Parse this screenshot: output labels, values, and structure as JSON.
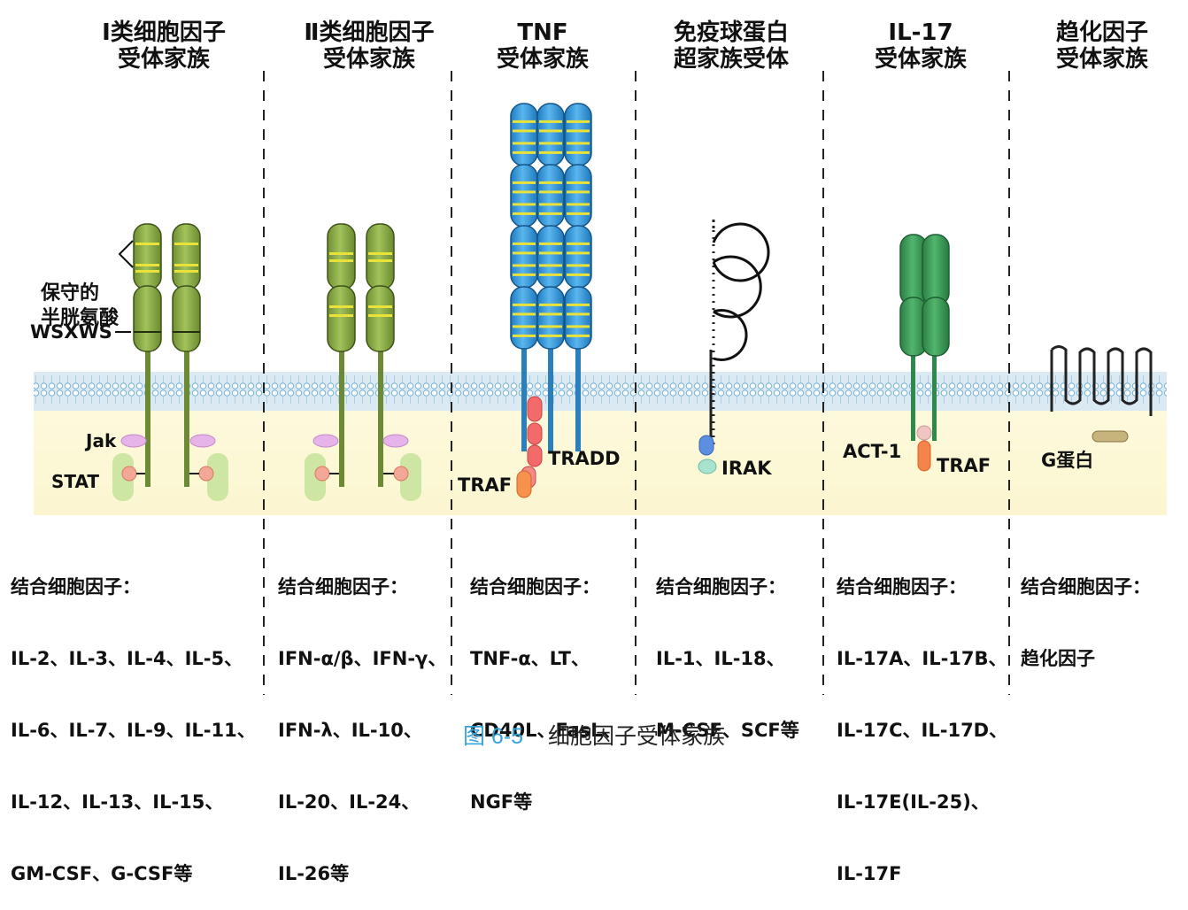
{
  "families": [
    {
      "title": [
        "Ⅰ类细胞因子",
        "受体家族"
      ],
      "binding_heading": "结合细胞因子：",
      "binding": [
        "IL-2、IL-3、IL-4、IL-5、",
        "IL-6、IL-7、IL-9、IL-11、",
        "IL-12、IL-13、IL-15、",
        "GM-CSF、G-CSF等"
      ]
    },
    {
      "title": [
        "Ⅱ类细胞因子",
        "受体家族"
      ],
      "binding_heading": "结合细胞因子：",
      "binding": [
        "IFN-α/β、IFN-γ、",
        "IFN-λ、IL-10、",
        "IL-20、IL-24、",
        "IL-26等"
      ]
    },
    {
      "title": [
        "TNF",
        "受体家族"
      ],
      "binding_heading": "结合细胞因子：",
      "binding": [
        "TNF-α、LT、",
        "CD40L、FasL、",
        "NGF等"
      ]
    },
    {
      "title": [
        "免疫球蛋白",
        "超家族受体"
      ],
      "binding_heading": "结合细胞因子：",
      "binding": [
        "IL-1、IL-18、",
        "M-CSF、SCF等"
      ]
    },
    {
      "title": [
        "IL-17",
        "受体家族"
      ],
      "binding_heading": "结合细胞因子：",
      "binding": [
        "IL-17A、IL-17B、",
        "IL-17C、IL-17D、",
        "IL-17E(IL-25)、",
        "IL-17F"
      ]
    },
    {
      "title": [
        "趋化因子",
        "受体家族"
      ],
      "binding_heading": "结合细胞因子：",
      "binding": [
        "趋化因子"
      ]
    }
  ],
  "labels": {
    "conserved_cys": [
      "保守的",
      "半胱氨酸"
    ],
    "wsxws": "WSXWS",
    "jak": "Jak",
    "stat": "STAT",
    "tradd": "TRADD",
    "traf": "TRAF",
    "irak": "IRAK",
    "act1": "ACT-1",
    "traf17": "TRAF",
    "gprotein": "G蛋白"
  },
  "caption": {
    "number": "图 6-5",
    "text": "细胞因子受体家族"
  },
  "colors": {
    "olive_receptor": "#8fae52",
    "blue_receptor": "#3f9fdd",
    "green_receptor": "#3f9e5a",
    "stripe": "#e8e23a",
    "membrane_band": "#cfe4ef",
    "cytoplasm": "#fbf7d6",
    "caption_blue": "#36a3d9"
  }
}
